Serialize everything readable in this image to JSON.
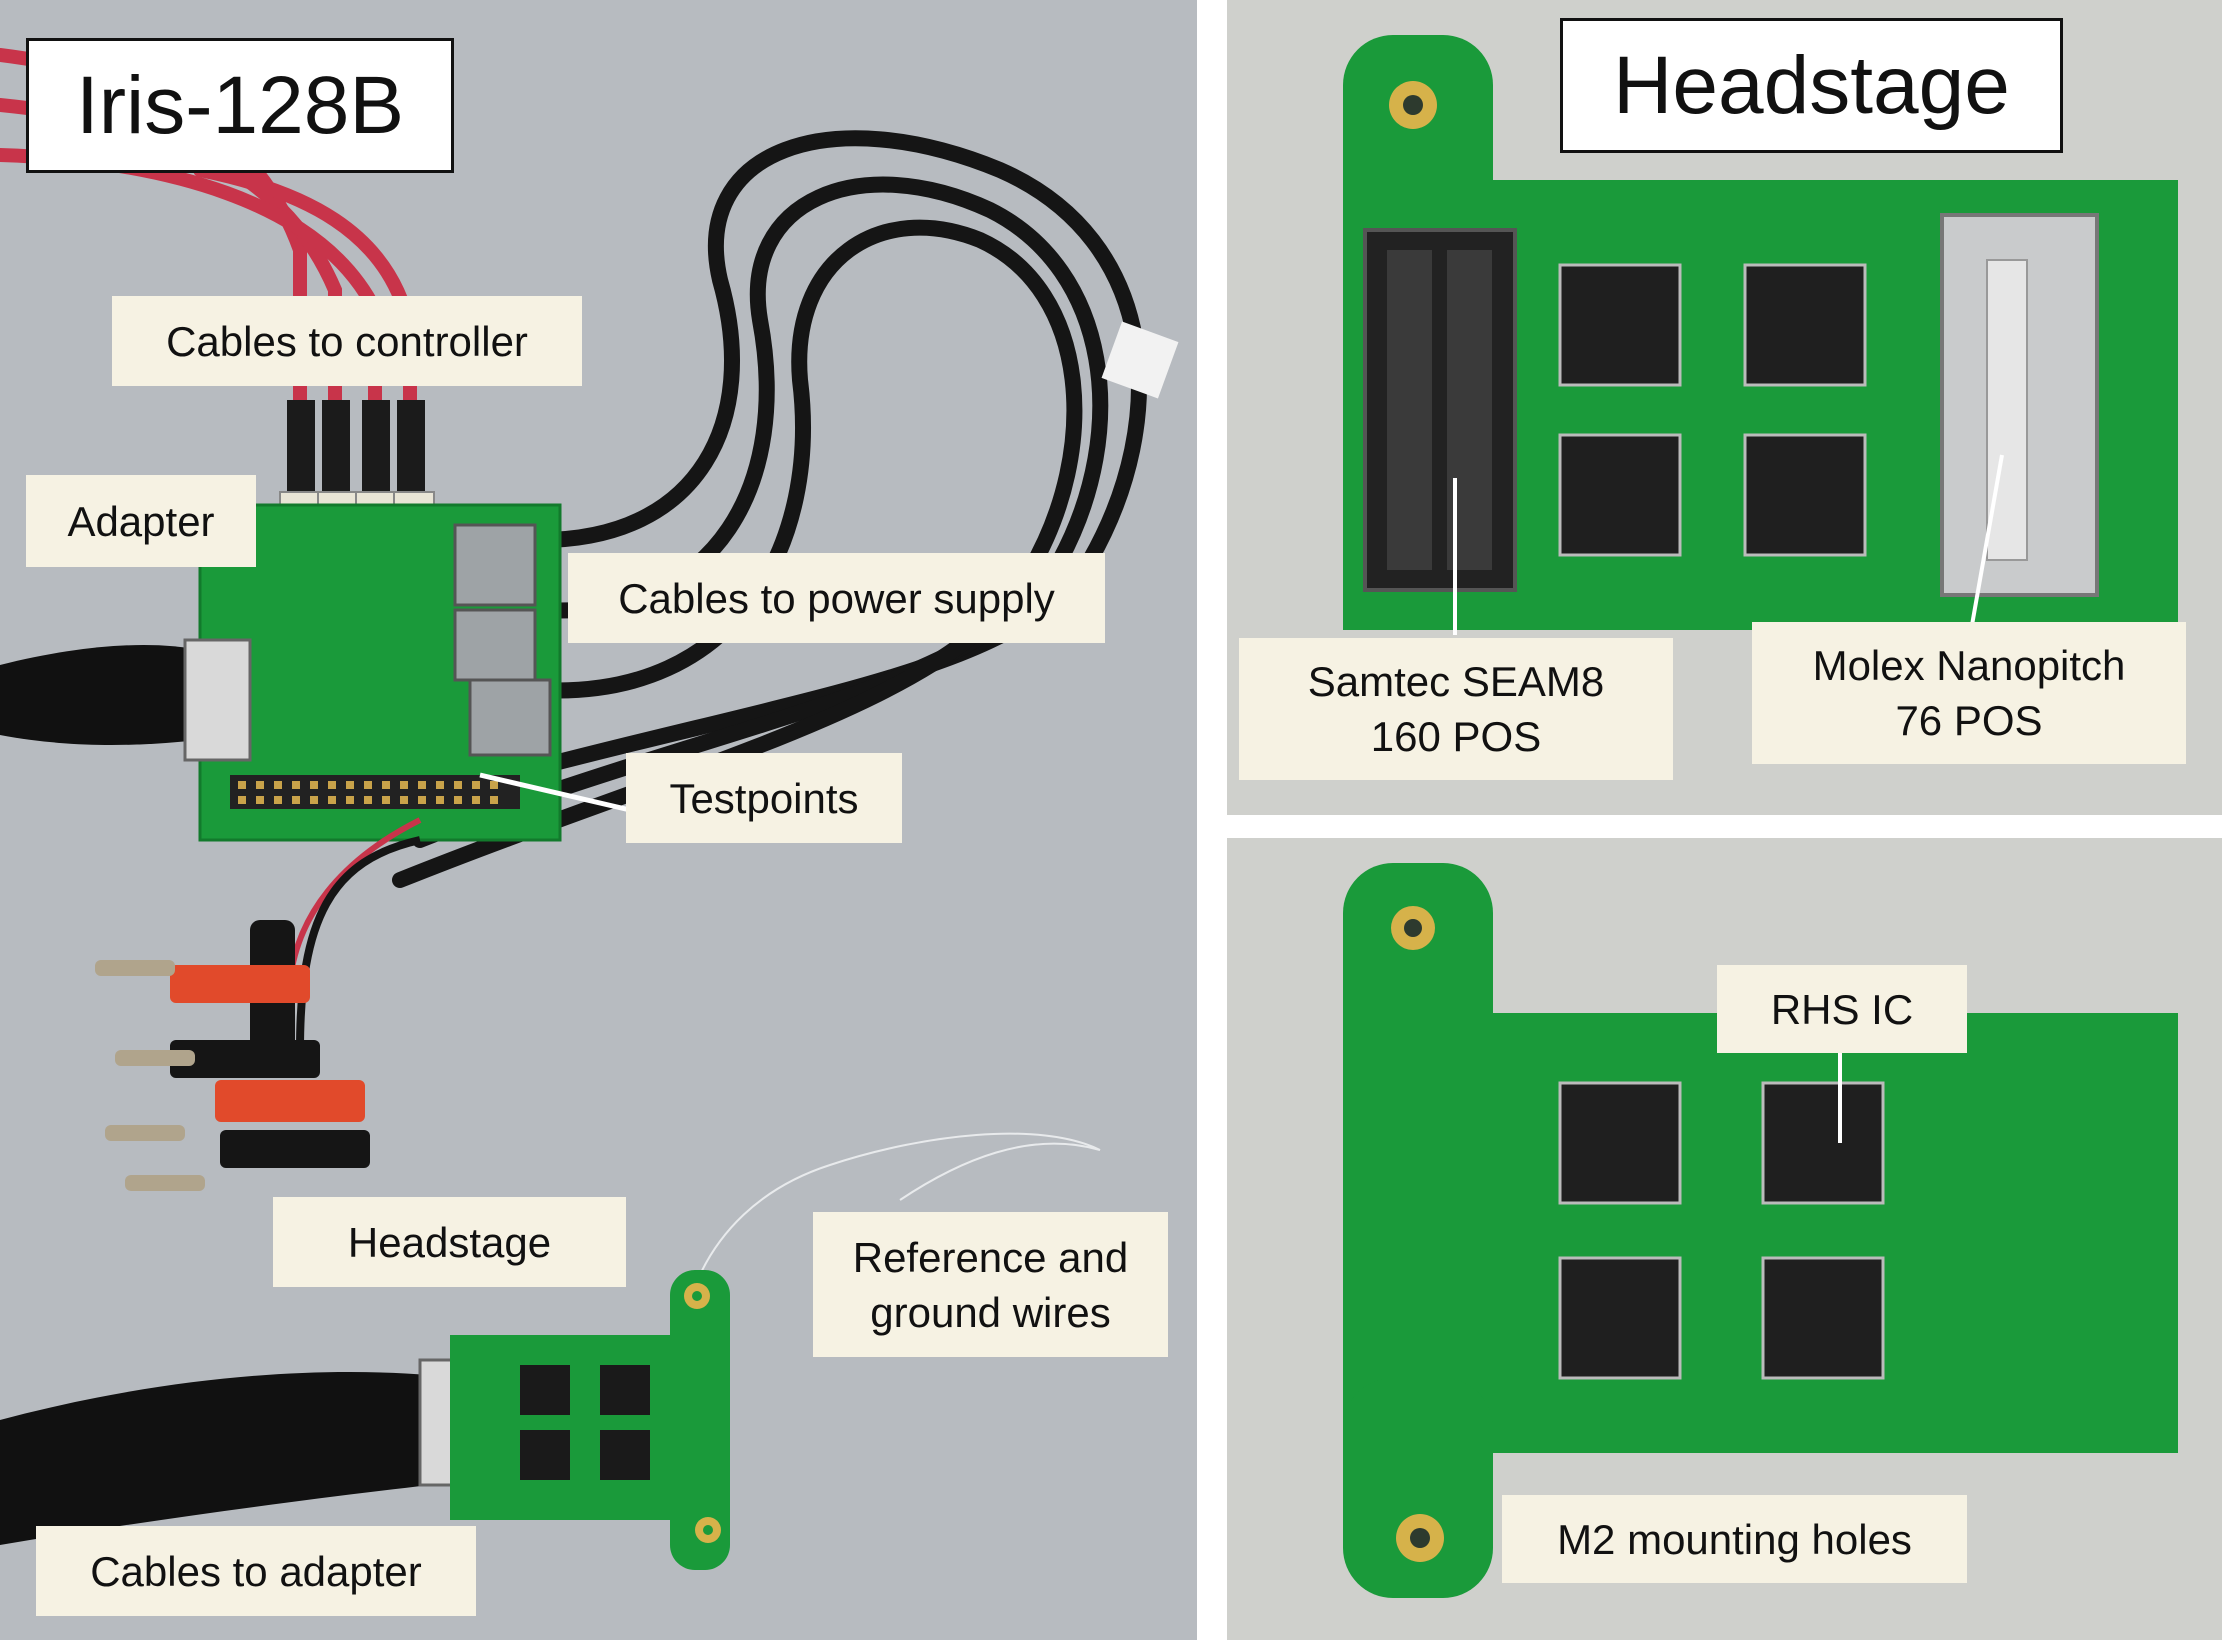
{
  "left_panel": {
    "title": "Iris-128B",
    "labels": {
      "cables_controller": "Cables to controller",
      "adapter": "Adapter",
      "cables_power": "Cables to power supply",
      "testpoints": "Testpoints",
      "headstage": "Headstage",
      "reference_line1": "Reference and",
      "reference_line2": "ground wires",
      "cables_adapter": "Cables to adapter"
    }
  },
  "top_right_panel": {
    "title": "Headstage",
    "labels": {
      "samtec_line1": "Samtec SEAM8",
      "samtec_line2": "160 POS",
      "molex_line1": "Molex Nanopitch",
      "molex_line2": "76 POS"
    }
  },
  "bottom_right_panel": {
    "labels": {
      "rhs_ic": "RHS IC",
      "m2_holes": "M2 mounting holes"
    }
  },
  "colors": {
    "pcb_green": "#1a9a3a",
    "cable_red": "#c8344a",
    "cable_black": "#151515",
    "label_bg": "#f6f2e3"
  }
}
